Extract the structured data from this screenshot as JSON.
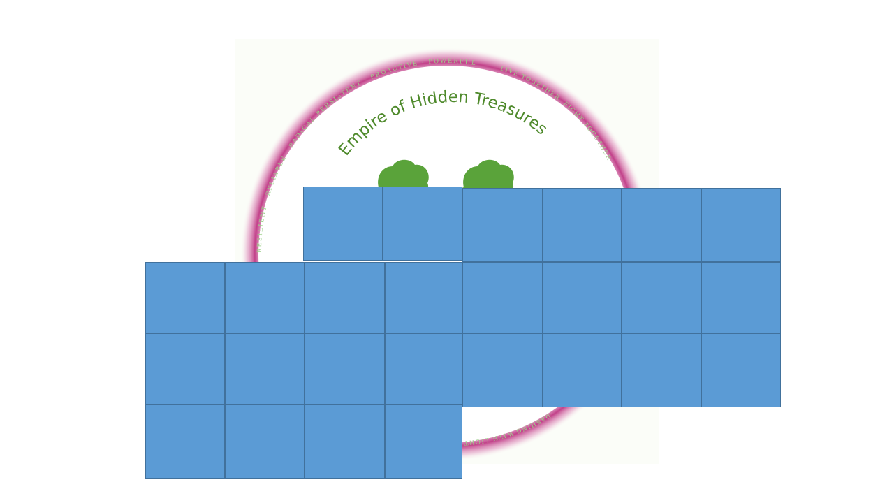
{
  "logo": {
    "title": "Empire of Hidden Treasures",
    "ring_text_left": "RESILIENT · RELIABLE · RADICAL",
    "ring_text_top": "PERSISTENT · PROACTIVE · POWERFUL",
    "ring_text_right": "LIVE TOGETHER, FIGHT TOGETHER",
    "ring_text_bottom": "DASHING WITH LIGHT",
    "colors": {
      "ring": "#c2418a",
      "title": "#4f8a2c",
      "ring_text": "#9ccf8a",
      "tree": "#5aa33a"
    }
  },
  "tiles": {
    "color": "#5b9bd5",
    "border_color": "#41719c"
  }
}
